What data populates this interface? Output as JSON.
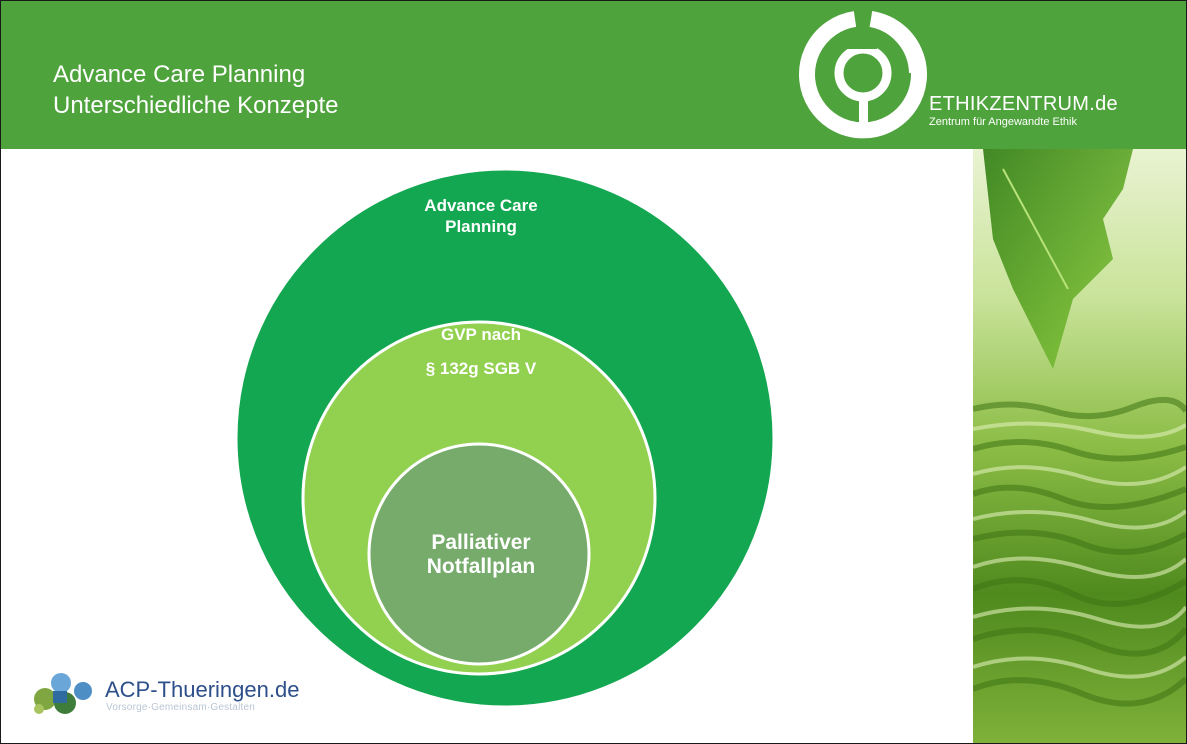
{
  "header": {
    "title_line1": "Advance Care Planning",
    "title_line2": "Unterschiedliche Konzepte",
    "background_color": "#4ea33c"
  },
  "brand": {
    "name": "ETHIKZENTRUM.de",
    "tagline": "Zentrum für Angewandte Ethik",
    "icon": "ethikzentrum-logo-icon"
  },
  "diagram": {
    "outer": {
      "label": "Advance Care Planning",
      "lines": [
        "Advance Care",
        "Planning"
      ],
      "color": "#14a751"
    },
    "middle": {
      "label_line1": "GVP nach",
      "label_line2": "§ 132g SGB V",
      "color": "#92d050"
    },
    "inner": {
      "lines": [
        "Palliativer",
        "Notfallplan"
      ],
      "color": "#76ab6c"
    }
  },
  "footer_logo": {
    "name": "ACP-Thueringen.de",
    "slogan": "Vorsorge·Gemeinsam·Gestalten",
    "icon": "puzzle-logo-icon"
  },
  "side_image": {
    "icon": "leaf-water-photo"
  }
}
